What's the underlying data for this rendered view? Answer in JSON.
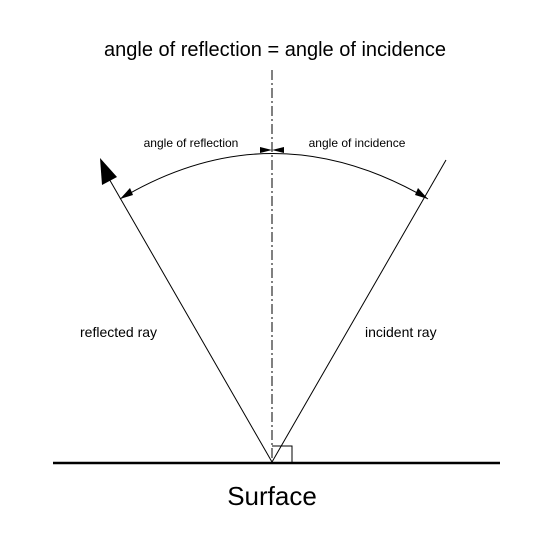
{
  "diagram": {
    "title": "angle of reflection = angle of incidence",
    "angle_reflection_label": "angle of reflection",
    "angle_incidence_label": "angle of incidence",
    "reflected_ray_label": "reflected ray",
    "incident_ray_label": "incident ray",
    "surface_label": "Surface"
  },
  "colors": {
    "line": "#000000",
    "background": "#ffffff"
  }
}
